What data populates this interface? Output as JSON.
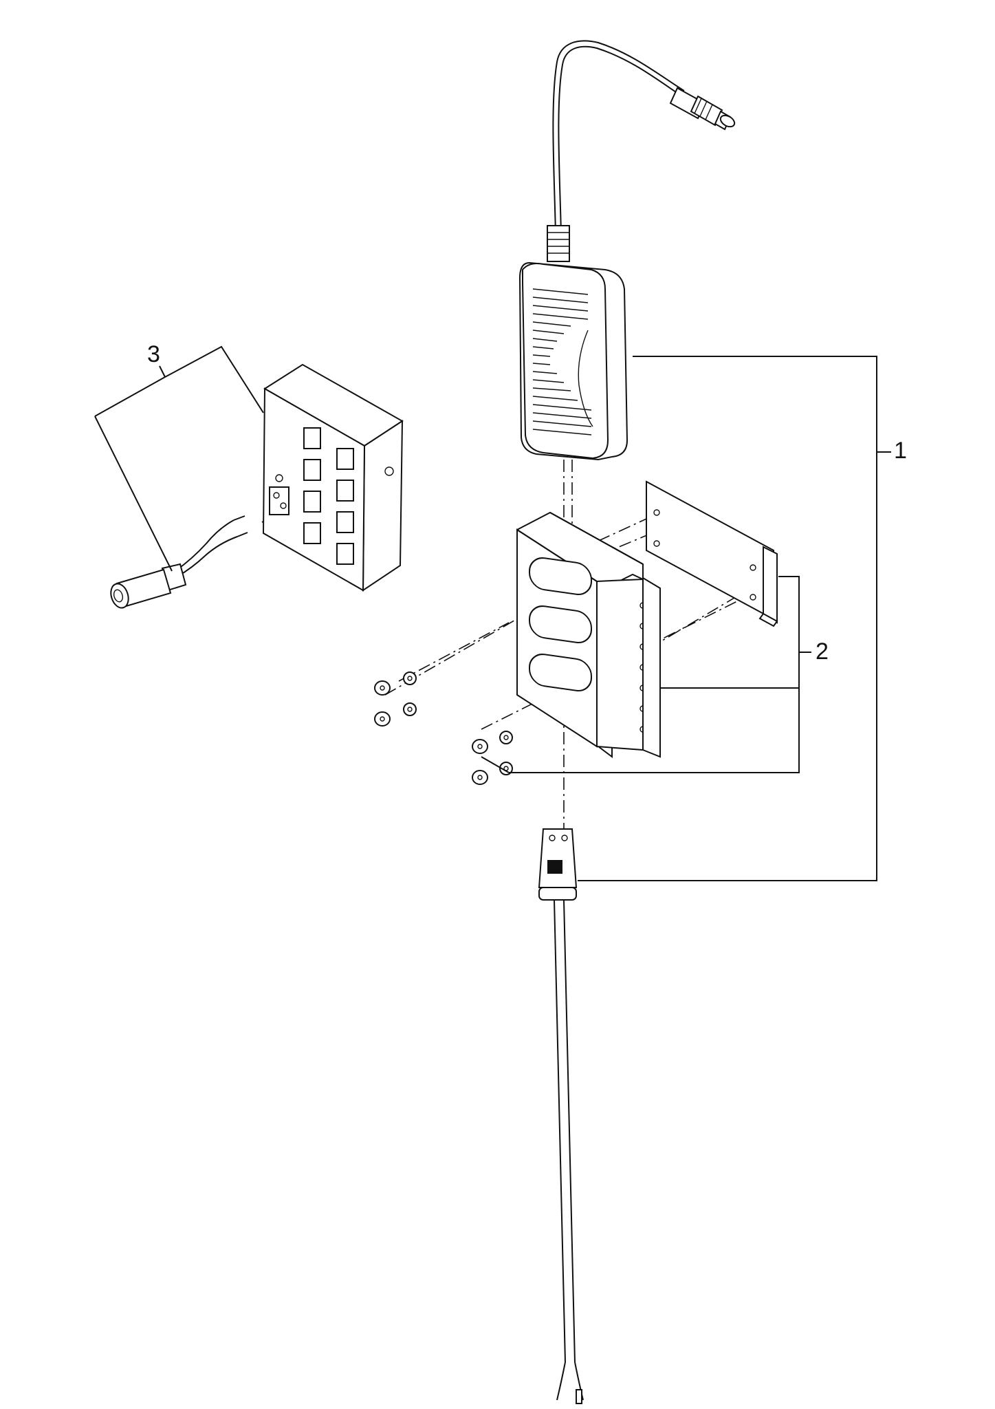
{
  "callouts": {
    "item1": "1",
    "item2": "2",
    "item3": "3"
  },
  "colors": {
    "line": "#111111",
    "background": "#ffffff"
  }
}
